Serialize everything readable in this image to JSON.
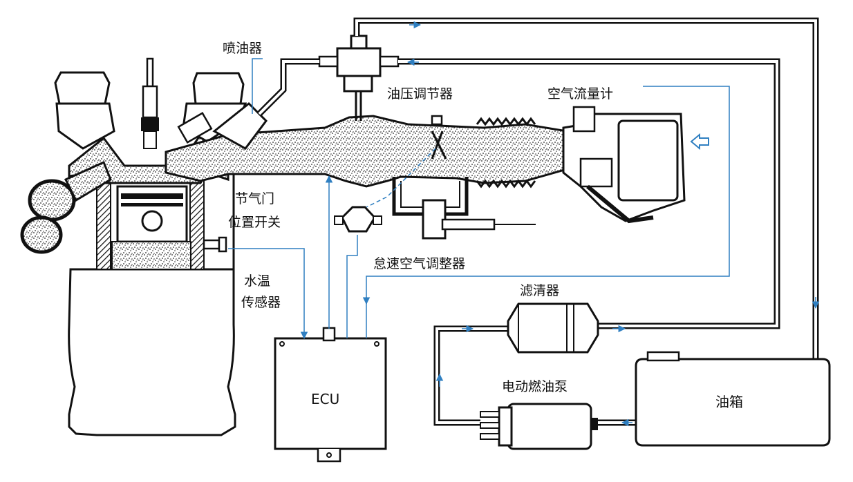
{
  "labels": {
    "injector": "喷油器",
    "pressure_regulator": "油压调节器",
    "airflow_meter": "空气流量计",
    "throttle_switch_line1": "节气门",
    "throttle_switch_line2": "位置开关",
    "idle_air_valve": "怠速空气调整器",
    "coolant_sensor_line1": "水温",
    "coolant_sensor_line2": "传感器",
    "filter": "滤清器",
    "ecu": "ECU",
    "fuel_pump": "电动燃油泵",
    "fuel_tank": "油箱"
  },
  "colors": {
    "signal_line": "#2f7fc1",
    "outline": "#111111",
    "fill_speckle": "#d9d9d9"
  }
}
